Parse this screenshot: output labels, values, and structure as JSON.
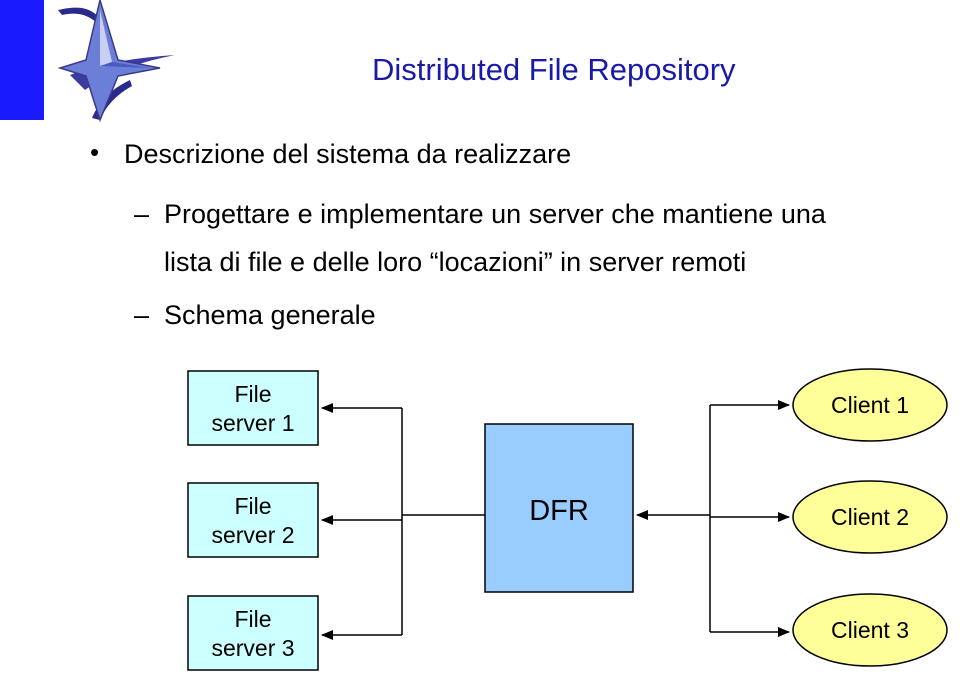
{
  "slide": {
    "title": "Distributed File Repository",
    "bullet_main": "Descrizione del sistema da realizzare",
    "sub1_line1": "Progettare e implementare un server che mantiene una",
    "sub1_line2": "lista di file e delle loro “locazioni” in server remoti",
    "sub2": "Schema generale"
  },
  "diagram": {
    "center_label": "DFR",
    "file_servers": [
      {
        "line1": "File",
        "line2": "server 1"
      },
      {
        "line1": "File",
        "line2": "server 2"
      },
      {
        "line1": "File",
        "line2": "server 3"
      }
    ],
    "clients": [
      "Client 1",
      "Client 2",
      "Client 3"
    ]
  },
  "colors": {
    "title": "#1a1aa8",
    "dfr_fill": "#99ccff",
    "server_fill": "#ccffff",
    "client_fill": "#ffff99",
    "logo_bar": "#1a1aff",
    "logo_star": "#6b7fd8"
  },
  "icons": [
    "logo-icon"
  ]
}
